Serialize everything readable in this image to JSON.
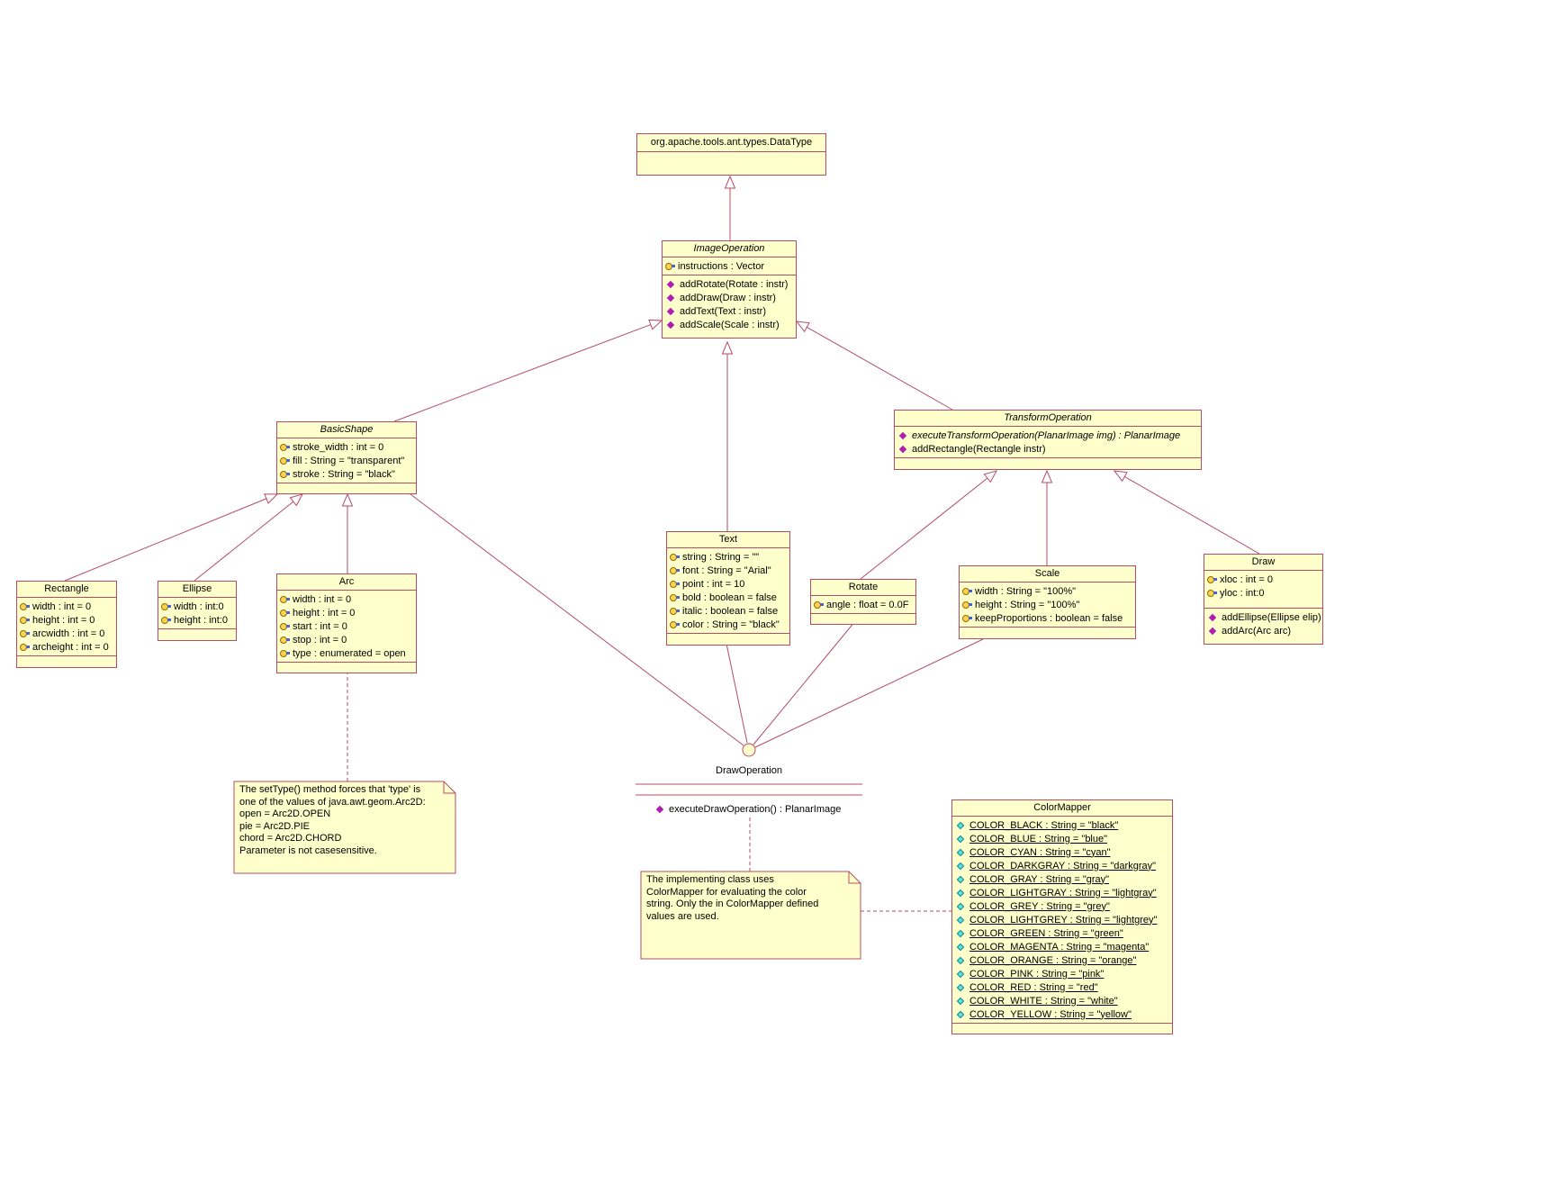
{
  "diagram": {
    "type": "uml-class-diagram",
    "colors": {
      "background": "#FFFFFF",
      "box_fill": "#FFFFCC",
      "line": "#B34D66",
      "method_icon": "#B21CB2",
      "attribute_icon": "#FFD34D",
      "static_icon": "#63DEDE"
    },
    "icons": {
      "attribute": "yellow-key-icon",
      "method": "magenta-diamond-icon",
      "static_attribute": "cyan-diamond-icon"
    }
  },
  "classes": {
    "datatype": {
      "name": "org.apache.tools.ant.types.DataType"
    },
    "image_operation": {
      "name": "ImageOperation",
      "abstract": true,
      "attributes": [
        "instructions : Vector"
      ],
      "methods": [
        "addRotate(Rotate : instr)",
        "addDraw(Draw : instr)",
        "addText(Text : instr)",
        "addScale(Scale : instr)"
      ]
    },
    "basic_shape": {
      "name": "BasicShape",
      "abstract": true,
      "attributes": [
        "stroke_width : int = 0",
        "fill : String = \"transparent\"",
        "stroke : String = \"black\""
      ]
    },
    "transform_operation": {
      "name": "TransformOperation",
      "abstract": true,
      "methods": [
        "executeTransformOperation(PlanarImage img) : PlanarImage",
        "addRectangle(Rectangle instr)"
      ]
    },
    "rectangle": {
      "name": "Rectangle",
      "attributes": [
        "width : int = 0",
        "height : int = 0",
        "arcwidth : int = 0",
        "archeight : int = 0"
      ]
    },
    "ellipse": {
      "name": "Ellipse",
      "attributes": [
        "width : int:0",
        "height : int:0"
      ]
    },
    "arc": {
      "name": "Arc",
      "attributes": [
        "width : int = 0",
        "height : int = 0",
        "start : int = 0",
        "stop : int = 0",
        "type : enumerated = open"
      ]
    },
    "text": {
      "name": "Text",
      "attributes": [
        "string : String = \"\"",
        "font : String = \"Arial\"",
        "point : int = 10",
        "bold : boolean = false",
        "italic : boolean = false",
        "color : String = \"black\""
      ]
    },
    "rotate": {
      "name": "Rotate",
      "attributes": [
        "angle : float = 0.0F"
      ]
    },
    "scale": {
      "name": "Scale",
      "attributes": [
        "width : String = \"100%\"",
        "height : String = \"100%\"",
        "keepProportions : boolean = false"
      ]
    },
    "draw": {
      "name": "Draw",
      "attributes": [
        "xloc : int = 0",
        "yloc : int:0"
      ],
      "methods": [
        "addEllipse(Ellipse elip)",
        "addArc(Arc arc)"
      ]
    },
    "color_mapper": {
      "name": "ColorMapper",
      "attributes": [
        "COLOR_BLACK : String = \"black\"",
        "COLOR_BLUE : String = \"blue\"",
        "COLOR_CYAN : String = \"cyan\"",
        "COLOR_DARKGRAY : String = \"darkgray\"",
        "COLOR_GRAY : String = \"gray\"",
        "COLOR_LIGHTGRAY : String = \"lightgray\"",
        "COLOR_GREY : String = \"grey\"",
        "COLOR_LIGHTGREY : String = \"lightgrey\"",
        "COLOR_GREEN : String = \"green\"",
        "COLOR_MAGENTA : String = \"magenta\"",
        "COLOR_ORANGE : String = \"orange\"",
        "COLOR_PINK : String = \"pink\"",
        "COLOR_RED : String = \"red\"",
        "COLOR_WHITE : String = \"white\"",
        "COLOR_YELLOW : String = \"yellow\""
      ]
    }
  },
  "interface": {
    "name": "DrawOperation",
    "methods": [
      "executeDrawOperation() : PlanarImage"
    ]
  },
  "notes": {
    "arc_note": {
      "text": "The setType() method forces that 'type' is\none of the values of java.awt.geom.Arc2D:\nopen = Arc2D.OPEN\npie = Arc2D.PIE\nchord = Arc2D.CHORD\nParameter is not casesensitive."
    },
    "color_note": {
      "text": "The implementing class uses\nColorMapper for evaluating the color\nstring. Only the in ColorMapper defined\nvalues are used."
    }
  },
  "relationships": [
    {
      "id": "imageop-datatype",
      "from": "ImageOperation",
      "to": "org.apache.tools.ant.types.DataType",
      "type": "generalization"
    },
    {
      "id": "basicshape-imageop",
      "from": "BasicShape",
      "to": "ImageOperation",
      "type": "generalization"
    },
    {
      "id": "text-imageop",
      "from": "Text",
      "to": "ImageOperation",
      "type": "generalization"
    },
    {
      "id": "transformop-imageop",
      "from": "TransformOperation",
      "to": "ImageOperation",
      "type": "generalization"
    },
    {
      "id": "rectangle-basicshape",
      "from": "Rectangle",
      "to": "BasicShape",
      "type": "generalization"
    },
    {
      "id": "ellipse-basicshape",
      "from": "Ellipse",
      "to": "BasicShape",
      "type": "generalization"
    },
    {
      "id": "arc-basicshape",
      "from": "Arc",
      "to": "BasicShape",
      "type": "generalization"
    },
    {
      "id": "rotate-transformop",
      "from": "Rotate",
      "to": "TransformOperation",
      "type": "generalization"
    },
    {
      "id": "scale-transformop",
      "from": "Scale",
      "to": "TransformOperation",
      "type": "generalization"
    },
    {
      "id": "draw-transformop",
      "from": "Draw",
      "to": "TransformOperation",
      "type": "generalization"
    },
    {
      "id": "basicshape-drawop",
      "from": "BasicShape",
      "to": "DrawOperation",
      "type": "realization"
    },
    {
      "id": "text-drawop",
      "from": "Text",
      "to": "DrawOperation",
      "type": "realization"
    },
    {
      "id": "rotate-drawop",
      "from": "Rotate",
      "to": "DrawOperation",
      "type": "realization"
    },
    {
      "id": "scale-drawop",
      "from": "Scale",
      "to": "DrawOperation",
      "type": "realization"
    },
    {
      "id": "arc-note",
      "from": "Arc",
      "to": "arc_note",
      "type": "note-anchor"
    },
    {
      "id": "drawop-note",
      "from": "DrawOperation",
      "to": "color_note",
      "type": "note-anchor"
    },
    {
      "id": "note-colormapper",
      "from": "color_note",
      "to": "ColorMapper",
      "type": "note-anchor"
    }
  ]
}
